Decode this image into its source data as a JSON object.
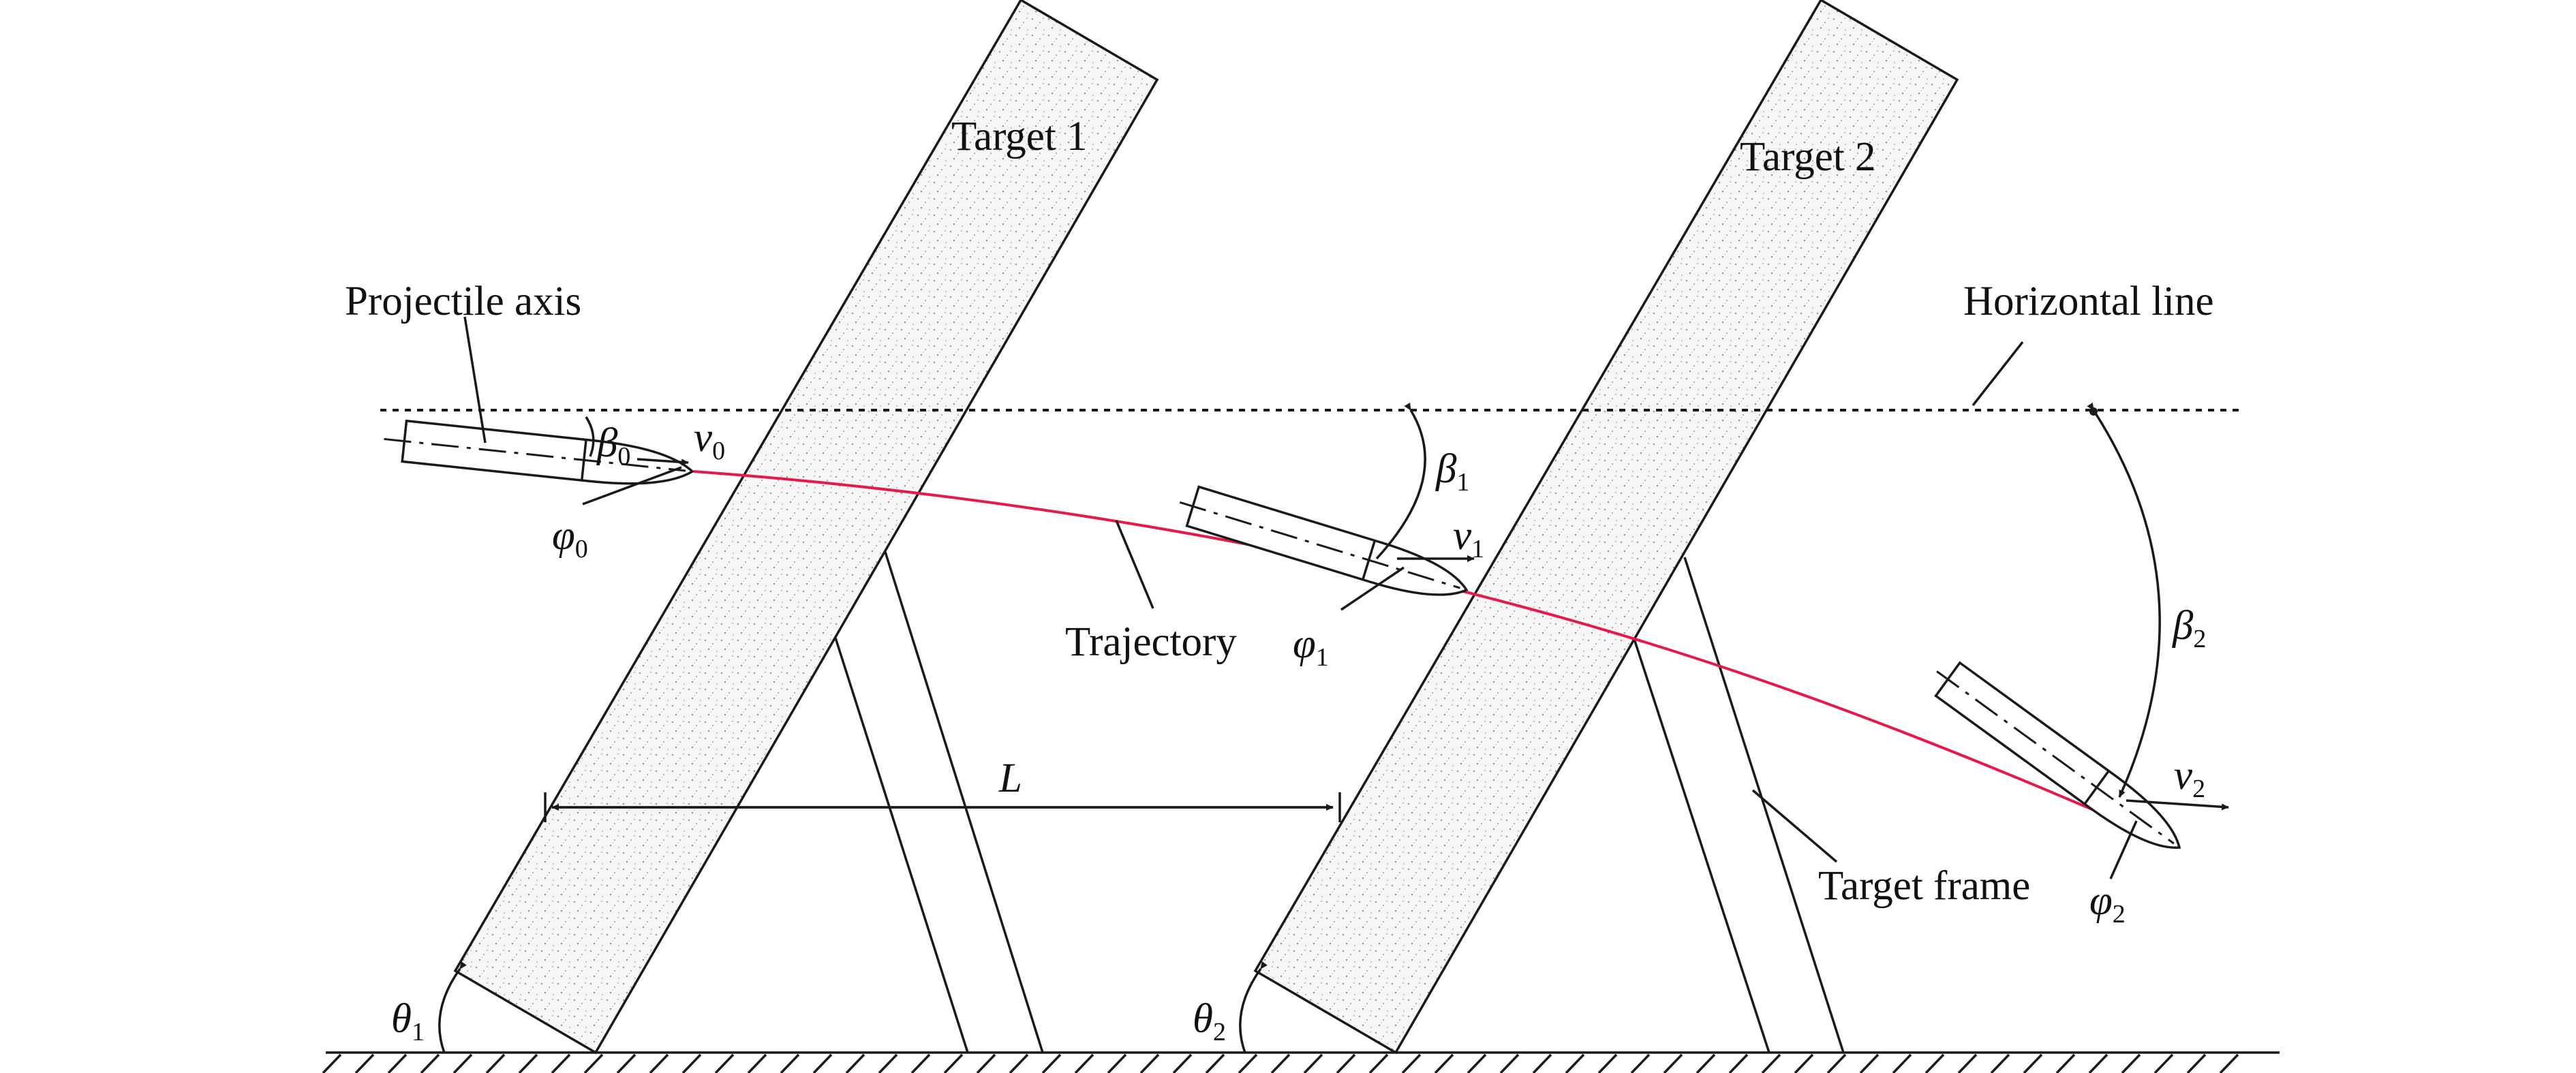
{
  "labels": {
    "target1": "Target 1",
    "target2": "Target 2",
    "projectile_axis": "Projectile axis",
    "horizontal_line": "Horizontal line",
    "trajectory": "Trajectory",
    "target_frame": "Target frame",
    "distance": "L"
  },
  "symbols": {
    "beta0": {
      "sym": "β",
      "sub": "0"
    },
    "beta1": {
      "sym": "β",
      "sub": "1"
    },
    "beta2": {
      "sym": "β",
      "sub": "2"
    },
    "v0": {
      "sym": "v",
      "sub": "0"
    },
    "v1": {
      "sym": "v",
      "sub": "1"
    },
    "v2": {
      "sym": "v",
      "sub": "2"
    },
    "phi0": {
      "sym": "φ",
      "sub": "0"
    },
    "phi1": {
      "sym": "φ",
      "sub": "1"
    },
    "phi2": {
      "sym": "φ",
      "sub": "2"
    },
    "theta1": {
      "sym": "θ",
      "sub": "1"
    },
    "theta2": {
      "sym": "θ",
      "sub": "2"
    }
  },
  "colors": {
    "trajectory": "#e8194a",
    "line": "#1a1a1a",
    "target_fill": "#ececec"
  }
}
